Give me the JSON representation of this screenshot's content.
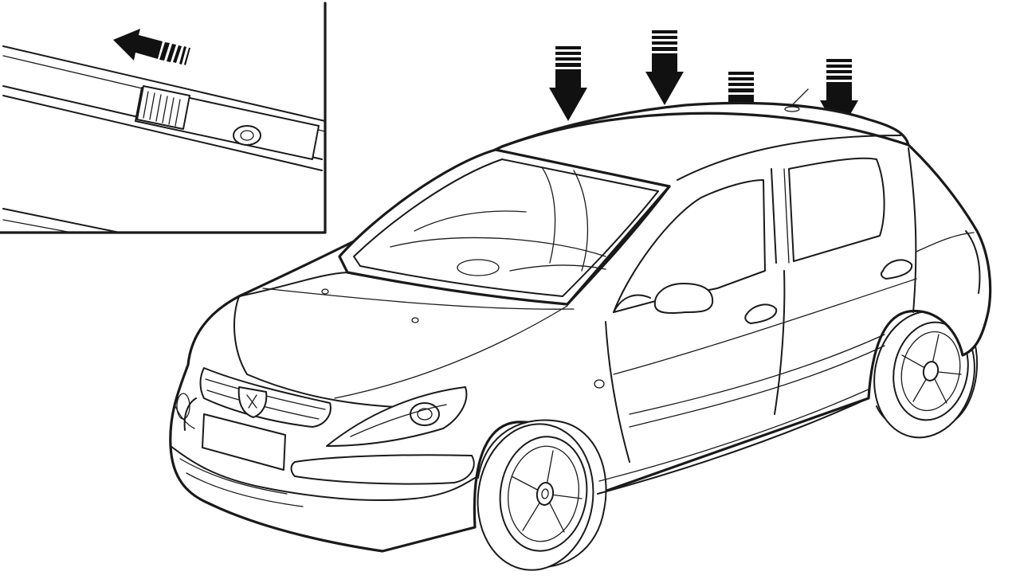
{
  "illustration": {
    "inset": {
      "slide_direction": "left",
      "component": "roof-bar-cover-slider"
    },
    "roof_load_points": {
      "count": 4,
      "direction": "down",
      "icon": "arrow-down-icon"
    },
    "colors": {
      "line": "#1a1a1a",
      "background": "#ffffff"
    }
  }
}
